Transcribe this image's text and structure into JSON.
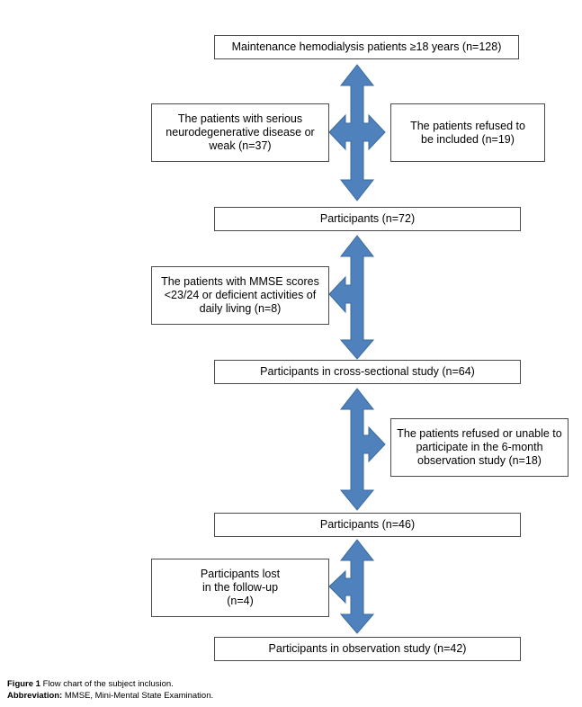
{
  "boxes": {
    "b1": "Maintenance hemodialysis patients ≥18 years (n=128)",
    "ex1_lines": [
      "The patients with serious",
      "neurodegenerative disease or",
      "weak (n=37)"
    ],
    "ex2_lines": [
      "The patients refused to",
      "be included (n=19)"
    ],
    "b2": "Participants (n=72)",
    "ex3_lines": [
      "The patients with MMSE scores",
      "<23/24 or deficient activities of",
      "daily living (n=8)"
    ],
    "b3": "Participants in cross-sectional study (n=64)",
    "ex4_lines": [
      "The patients refused or unable to",
      "participate in the 6-month",
      "observation study (n=18)"
    ],
    "b4": "Participants (n=46)",
    "ex5_lines": [
      "Participants lost",
      "in the follow-up",
      "(n=4)"
    ],
    "b5": "Participants in observation study (n=42)"
  },
  "caption": {
    "figure_label": "Figure 1",
    "figure_text": "Flow chart of the subject inclusion.",
    "abbrev_label": "Abbreviation:",
    "abbrev_text": "MMSE, Mini-Mental State Examination."
  },
  "colors": {
    "arrow_fill": "#4f81bd",
    "arrow_stroke": "#3a6aa0",
    "box_border": "#4a4a4a"
  }
}
